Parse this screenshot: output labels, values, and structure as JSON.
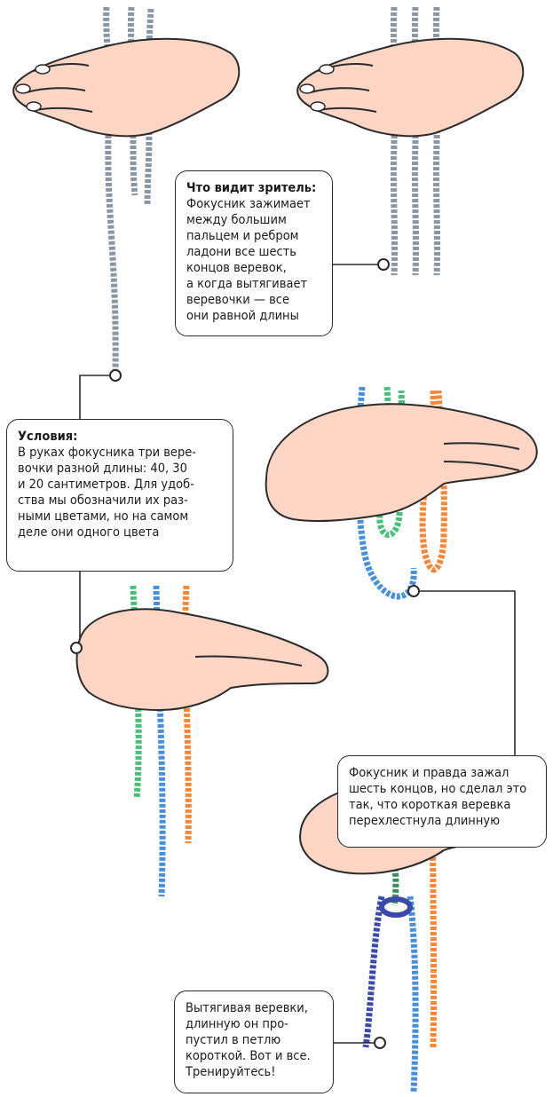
{
  "callouts": {
    "viewer": {
      "heading": "Что видит зритель:",
      "text": "Фокусник зажимает\nмежду большим\nпальцем и ребром\nладони все шесть\nконцов веревок,\nа когда вытягивает\nверевочки — все\nони равной длины"
    },
    "conditions": {
      "heading": "Условия:",
      "text": "В руках фокусника три вере-\nвочки разной длины: 40, 30\nи 20 сантиметров. Для удоб-\nства мы обозначили их раз-\nными цветами, но на самом\nделе они одного цвета"
    },
    "reveal": {
      "text": "Фокусник и правда зажал\nшесть концов, но сделал это\nтак, что короткая веревка\nперехлестнула длинную"
    },
    "final": {
      "text": "Вытягивая веревки,\nдлинную он про-\nпустил в петлю\nкороткой. Вот и все.\nТренируйтесь!"
    }
  },
  "colors": {
    "skin": "#fcd5c4",
    "outline": "#2b2b2b",
    "rope_gray": "#8a96a3",
    "rope_green": "#4bbf7a",
    "rope_blue": "#4a8fd6",
    "rope_orange": "#f5873a",
    "rope_darkgreen": "#3a8c5a",
    "rope_navy": "#3b4aa8"
  }
}
